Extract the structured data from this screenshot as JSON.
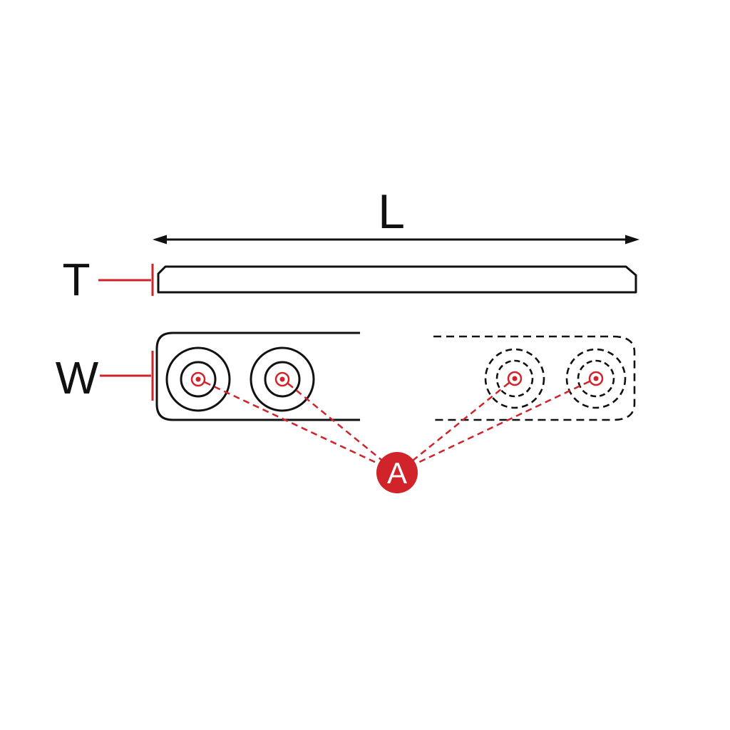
{
  "diagram": {
    "labels": {
      "length": "L",
      "thickness": "T",
      "width": "W",
      "hole_callout": "A"
    },
    "colors": {
      "accent_red": "#d0232a",
      "line_black": "#111111",
      "background": "#ffffff",
      "callout_text_white": "#ffffff"
    }
  }
}
